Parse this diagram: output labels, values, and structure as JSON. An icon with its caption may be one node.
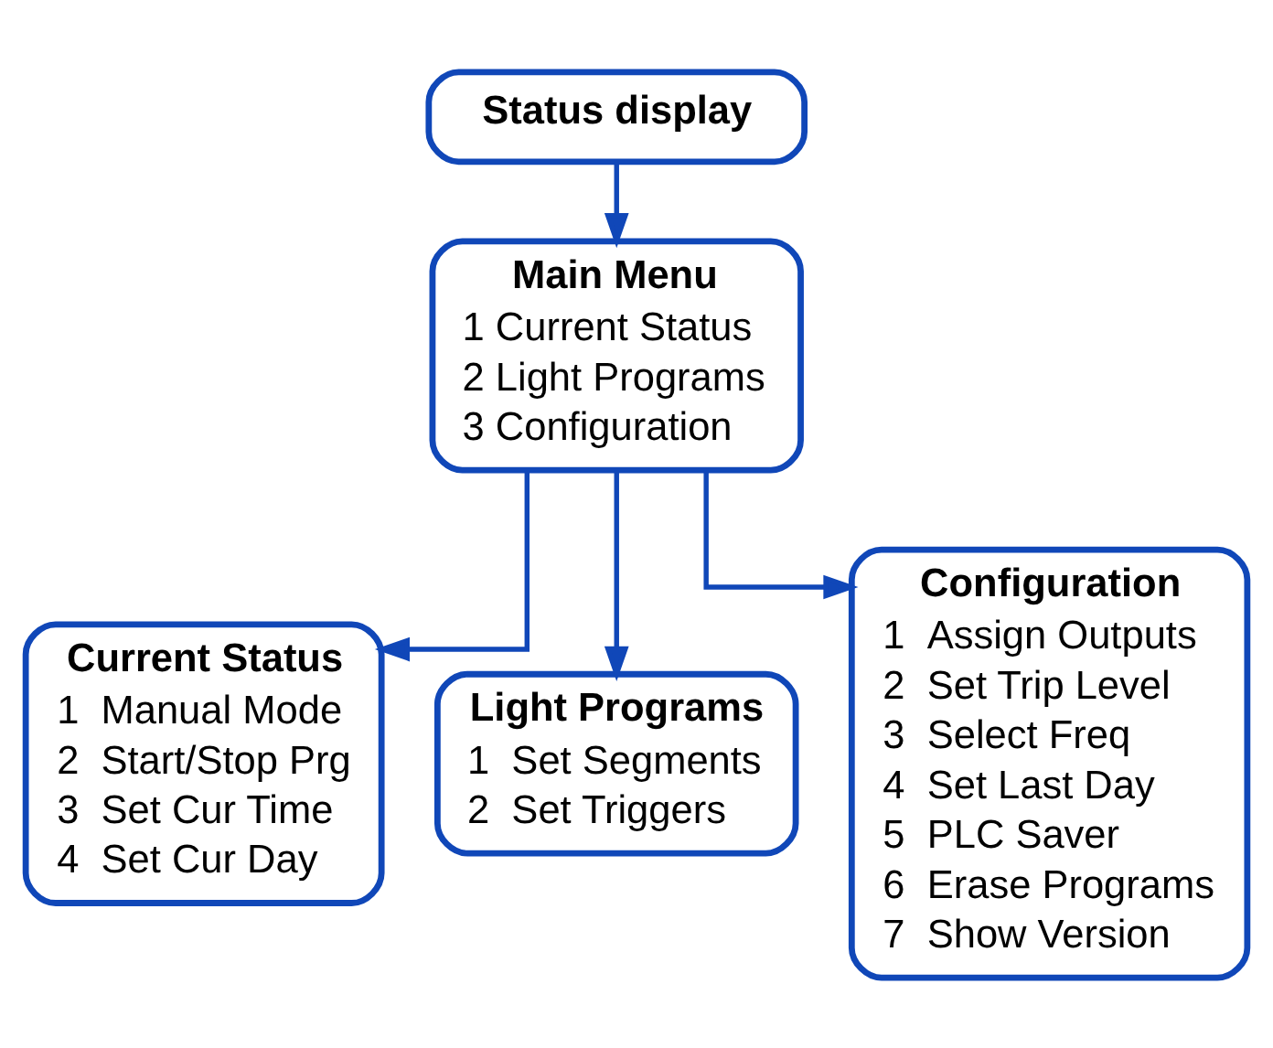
{
  "diagram": {
    "nodes": [
      {
        "text": [
          "Status display"
        ]
      },
      {
        "text": [
          "Main Menu",
          "1 Current Status",
          "2 Light Programs",
          "3 Configuration"
        ]
      },
      {
        "text": [
          "Current Status",
          "1  Manual Mode",
          "2  Start/Stop Prg",
          "3  Set Cur Time",
          "4  Set Cur Day"
        ]
      },
      {
        "text": [
          "Light Programs",
          "1  Set Segments",
          "2  Set Triggers"
        ]
      },
      {
        "text": [
          "Configuration",
          "1  Assign Outputs",
          "2  Set Trip Level",
          "3  Select Freq",
          "4  Set Last Day",
          "5  PLC Saver",
          "6  Erase Programs",
          "7  Show Version"
        ]
      }
    ],
    "edges": [
      {
        "from": 0,
        "to": 1,
        "arrow": "to"
      },
      {
        "from": 1,
        "to": 2,
        "arrow": "to"
      },
      {
        "from": 1,
        "to": 3,
        "arrow": "to"
      },
      {
        "from": 1,
        "to": 4,
        "arrow": "to"
      }
    ]
  }
}
